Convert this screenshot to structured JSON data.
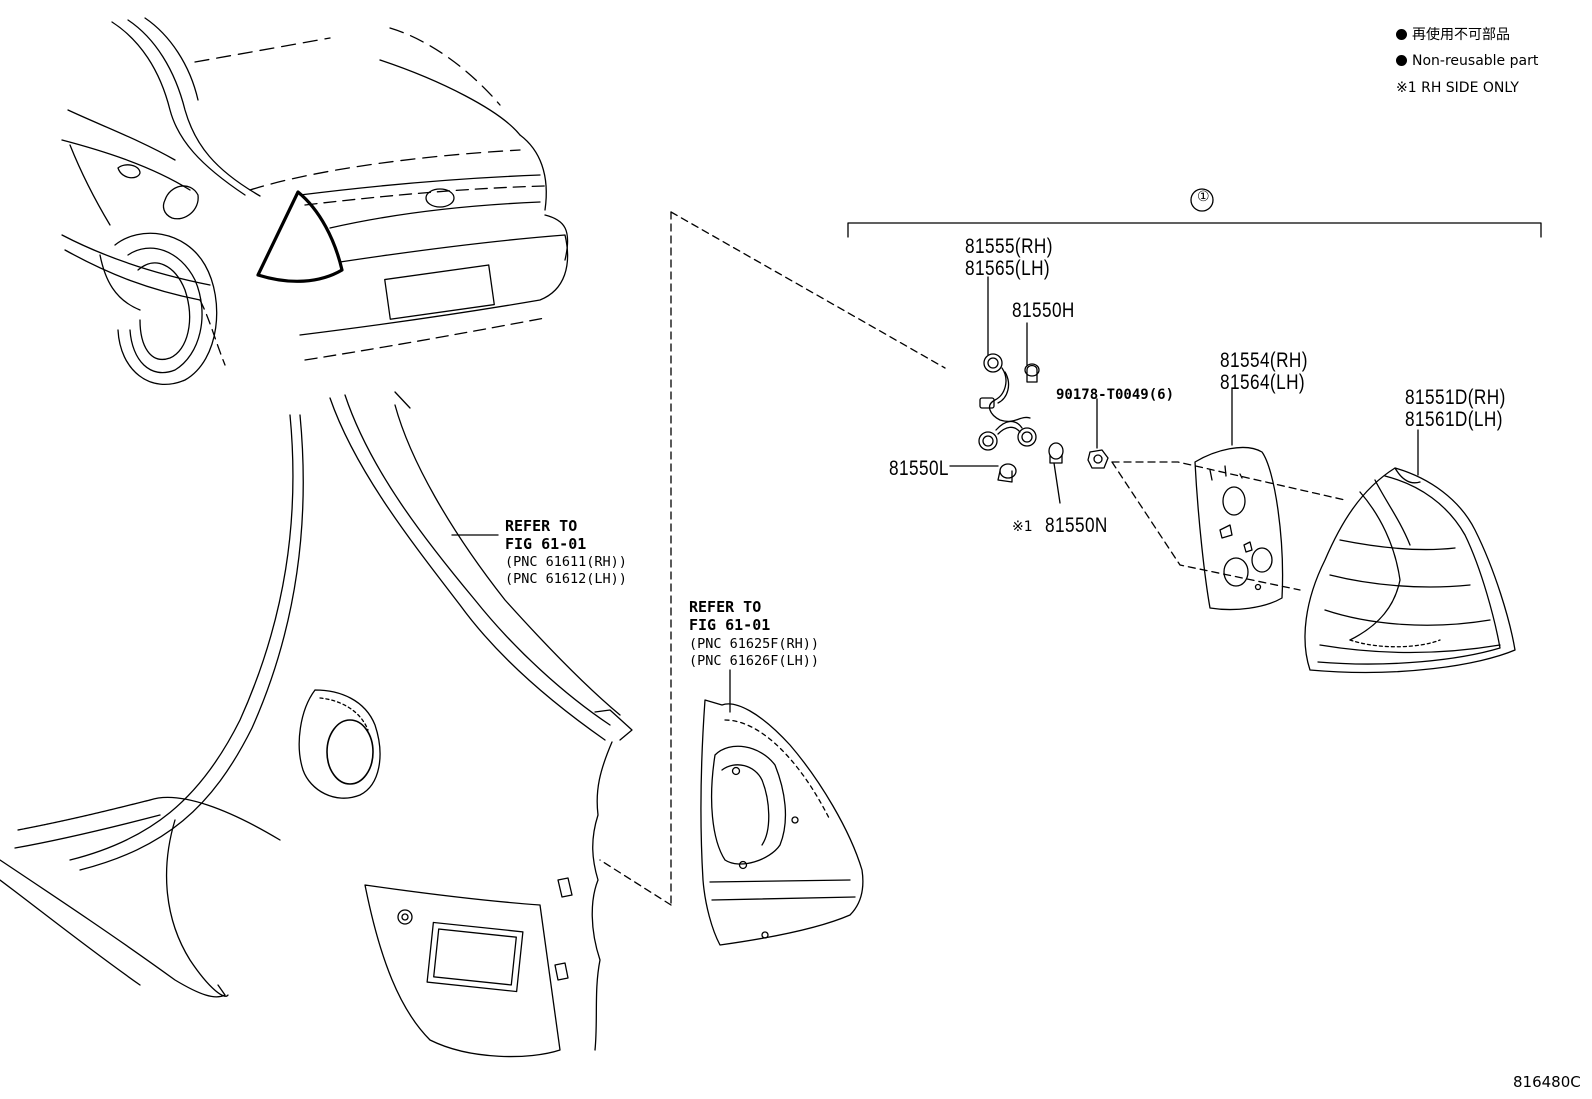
{
  "legend": {
    "line1": "再使用不可部品",
    "line2": "Non-reusable part",
    "line3": "※1 RH SIDE ONLY"
  },
  "assembly_ref": "①",
  "parts": {
    "p81555": "81555(RH)",
    "p81565": "81565(LH)",
    "p81550H": "81550H",
    "p90178": "90178-T0049(6)",
    "p81554": "81554(RH)",
    "p81564": "81564(LH)",
    "p81551D": "81551D(RH)",
    "p81561D": "81561D(LH)",
    "p81550L": "81550L",
    "note_mark": "※1",
    "p81550N": "81550N"
  },
  "refs": {
    "quarter": {
      "line1": "REFER TO",
      "line2": "FIG 61-01",
      "line3": "(PNC 61611(RH))",
      "line4": "(PNC 61612(LH))"
    },
    "inner": {
      "line1": "REFER TO",
      "line2": "FIG 61-01",
      "line3": "(PNC 61625F(RH))",
      "line4": "(PNC 61626F(LH))"
    }
  },
  "figure_code": "816480C"
}
